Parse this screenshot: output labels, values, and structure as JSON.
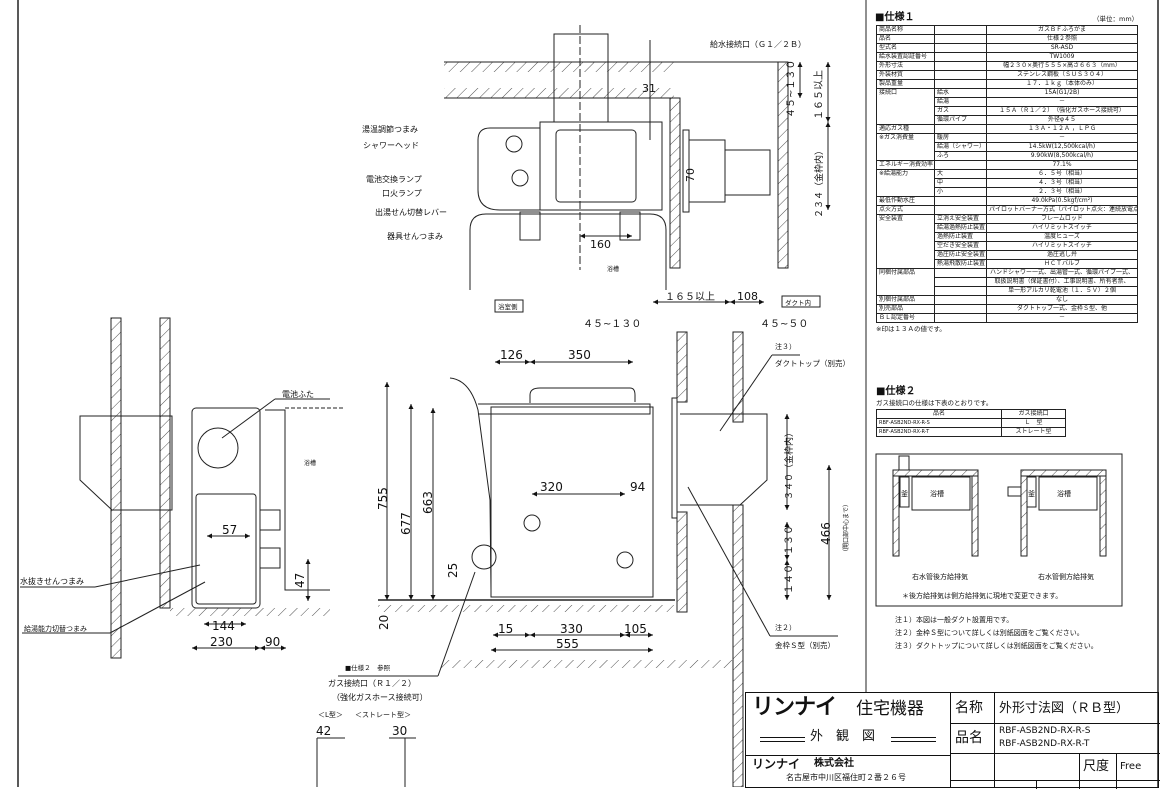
{
  "spec1": {
    "title": "■仕様１",
    "unit": "（単位：mm）",
    "rows": [
      {
        "label": "商品名称",
        "sub": "",
        "value": "ガスＢＦふろがま"
      },
      {
        "label": "品名",
        "sub": "",
        "value": "仕様２参照"
      },
      {
        "label": "型式名",
        "sub": "",
        "value": "SR-ASD"
      },
      {
        "label": "給水装置認証番号",
        "sub": "",
        "value": "TW1009"
      },
      {
        "label": "外形寸法",
        "sub": "",
        "value": "幅２３０×奥行５５５×高さ６６３（mm）"
      },
      {
        "label": "外装材質",
        "sub": "",
        "value": "ステンレス鋼板（ＳＵＳ３０４）"
      },
      {
        "label": "製品重量",
        "sub": "",
        "value": "１７．１ｋｇ（本体のみ）"
      },
      {
        "label": "接続口",
        "sub": "給水",
        "value": "15A(G1/2B)"
      },
      {
        "label": "",
        "sub": "給湯",
        "value": "－"
      },
      {
        "label": "",
        "sub": "ガス",
        "value": "１５Ａ（Ｒ１／２）　（強化ガスホース接続可）"
      },
      {
        "label": "",
        "sub": "循環パイプ",
        "value": "外径φ４５"
      },
      {
        "label": "適応ガス種",
        "sub": "",
        "value": "１３Ａ・１２Ａ ，ＬＰＧ"
      },
      {
        "label": "※ガス消費量",
        "sub": "暖房",
        "value": "－"
      },
      {
        "label": "",
        "sub": "給湯（シャワー）",
        "value": "14.5kW(12,500kcal/h)"
      },
      {
        "label": "",
        "sub": "ふろ",
        "value": "9.90kW(8,500kcal/h)"
      },
      {
        "label": "エネルギー消費効率",
        "sub": "",
        "value": "77.1%"
      },
      {
        "label": "※給湯能力",
        "sub": "大",
        "value": "６．５号（相当）"
      },
      {
        "label": "",
        "sub": "中",
        "value": "４．３号（相当）"
      },
      {
        "label": "",
        "sub": "小",
        "value": "２．３号（相当）"
      },
      {
        "label": "最低作動水圧",
        "sub": "",
        "value": "49.0kPa(0.5kgf/cm²)"
      },
      {
        "label": "点火方式",
        "sub": "",
        "value": "パイロットバーナー方式（パイロット点火：連続放電点火方式）"
      },
      {
        "label": "安全装置",
        "sub": "立消え安全装置",
        "value": "フレームロッド"
      },
      {
        "label": "",
        "sub": "給湯過熱防止装置",
        "value": "ハイリミットスイッチ"
      },
      {
        "label": "",
        "sub": "過熱防止装置",
        "value": "温度ヒューズ"
      },
      {
        "label": "",
        "sub": "空だき安全装置",
        "value": "ハイリミットスイッチ"
      },
      {
        "label": "",
        "sub": "過圧防止安全装置",
        "value": "過圧逃し弁"
      },
      {
        "label": "",
        "sub": "熱湯飛散防止装置",
        "value": "ＨＣＴバルブ"
      },
      {
        "label": "同梱付属部品",
        "sub": "",
        "value": "ハンドシャワー一式、出湯管一式、循環パイプ一式、"
      },
      {
        "label": "",
        "sub": "",
        "value": "取扱説明書（保証書付）、工事説明書、所有者票、"
      },
      {
        "label": "",
        "sub": "",
        "value": "単一形アルカリ乾電池（１．５Ｖ）２個"
      },
      {
        "label": "別梱付属部品",
        "sub": "",
        "value": "なし"
      },
      {
        "label": "別売部品",
        "sub": "",
        "value": "ダクトトップ一式、金枠Ｓ型、他"
      },
      {
        "label": "ＢＬ認定番号",
        "sub": "",
        "value": "－"
      }
    ],
    "footnote": "※印は１３Ａの値です。"
  },
  "spec2": {
    "title": "■仕様２",
    "description": "ガス接続口の仕様は下表のとおりです。",
    "headers": [
      "品名",
      "ガス接続口"
    ],
    "rows": [
      [
        "RBF-ASB2ND-RX-R-S",
        "Ｌ　型"
      ],
      [
        "RBF-ASB2ND-RX-R-T",
        "ストレート型"
      ]
    ],
    "diagrams": [
      {
        "unit": "釜",
        "bath": "浴槽",
        "caption": "右水管後方給排気"
      },
      {
        "unit": "釜",
        "bath": "浴槽",
        "caption": "右水管側方給排気"
      }
    ],
    "diagram_note": "＊後方給排気は側方給排気に現地で変更できます。"
  },
  "notes": [
    "注１）本図は一般ダクト設置用です。",
    "注２）金枠Ｓ型について詳しくは別紙図面をご覧ください。",
    "注３）ダクトトップについて詳しくは別紙図面をご覧ください。"
  ],
  "top_view": {
    "labels": {
      "water_inlet": "給水接続口（Ｇ１／２Ｂ）",
      "temp_knob": "湯温調節つまみ",
      "shower_head": "シャワーヘッド",
      "battery_lamp": "電池交換ランプ",
      "pilot_lamp": "口火ランプ",
      "outlet_lever": "出湯せん切替レバー",
      "valve_knob": "器具せんつまみ",
      "bathtub": "浴槽"
    },
    "dims": {
      "d45_130": "４５~１３０",
      "d165": "１６５以上",
      "d31": "31",
      "d70": "70",
      "d234": "２３４（金枠内）",
      "d160": "160"
    }
  },
  "side_view": {
    "labels": {
      "battery_cover": "電池ふた",
      "bathtub": "浴槽",
      "drain_knob": "水抜きせんつまみ",
      "capacity_knob": "給湯能力切替つまみ"
    },
    "dims": {
      "d57": "57",
      "d47": "47",
      "d144": "144",
      "d230": "230",
      "d90": "90"
    }
  },
  "front_view": {
    "labels": {
      "bathroom_side": "浴室側",
      "duct_inside": "ダクト内",
      "note3": "注３）",
      "duct_top": "ダクトトップ（別売）",
      "note2": "注２）",
      "frame": "金枠Ｓ型（別売）",
      "ref": "■仕様２　参照",
      "gas_port": "ガス接続口（Ｒ１／２）",
      "gas_hose": "（強化ガスホース接続可）",
      "l_type": "＜L型＞",
      "straight_type": "＜ストレート型＞",
      "opening_center": "（開口部中心まで）"
    },
    "dims": {
      "d165": "１６５以上",
      "d108": "108",
      "d45_130": "４５~１３０",
      "d45_50": "４５~５０",
      "d126": "126",
      "d350": "350",
      "d755": "755",
      "d677": "677",
      "d663": "663",
      "d320": "320",
      "d94": "94",
      "d340": "３４０（金枠内）",
      "d466": "466",
      "d130": "１３０",
      "d140": "１４０",
      "d25": "25",
      "d20": "20",
      "d15": "15",
      "d330": "330",
      "d105": "105",
      "d555": "555",
      "d42": "42",
      "d30": "30"
    }
  },
  "title_block": {
    "brand": "リンナイ",
    "brand_suffix": "住宅機器",
    "drawing_kind": "外　観　図",
    "company_logo": "リンナイ",
    "company": "株式会社",
    "address": "名古屋市中川区福住町２番２６号",
    "name_label": "名称",
    "name_value": "外形寸法図（ＲＢ型）",
    "product_label": "品名",
    "products": [
      "RBF-ASB2ND-RX-R-S",
      "RBF-ASB2ND-RX-R-T"
    ],
    "scale_label": "尺度",
    "scale_value": "Free"
  }
}
